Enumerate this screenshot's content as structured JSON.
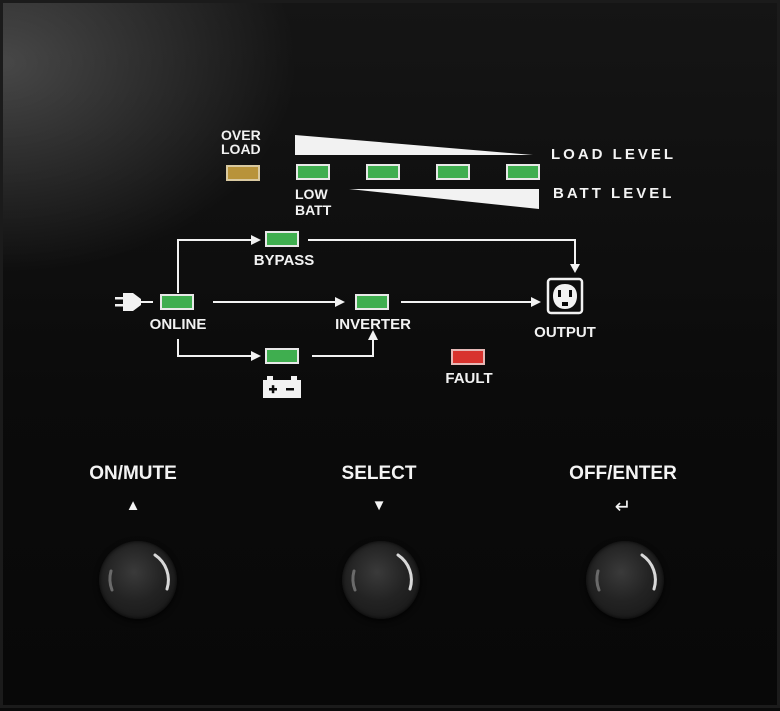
{
  "indicators": {
    "overload_label_line1": "OVER",
    "overload_label_line2": "LOAD",
    "low_batt_line1": "LOW",
    "low_batt_line2": "BATT",
    "load_level_label": "LOAD LEVEL",
    "batt_level_label": "BATT LEVEL",
    "bypass_label": "BYPASS",
    "online_label": "ONLINE",
    "inverter_label": "INVERTER",
    "output_label": "OUTPUT",
    "fault_label": "FAULT",
    "colors": {
      "green": "#3fae4f",
      "amber": "#b8933a",
      "red": "#d8332e"
    }
  },
  "buttons": {
    "on_mute": {
      "label": "ON/MUTE",
      "glyph": "▲"
    },
    "select": {
      "label": "SELECT",
      "glyph": "▼"
    },
    "off_enter": {
      "label": "OFF/ENTER",
      "glyph": "↵"
    }
  }
}
